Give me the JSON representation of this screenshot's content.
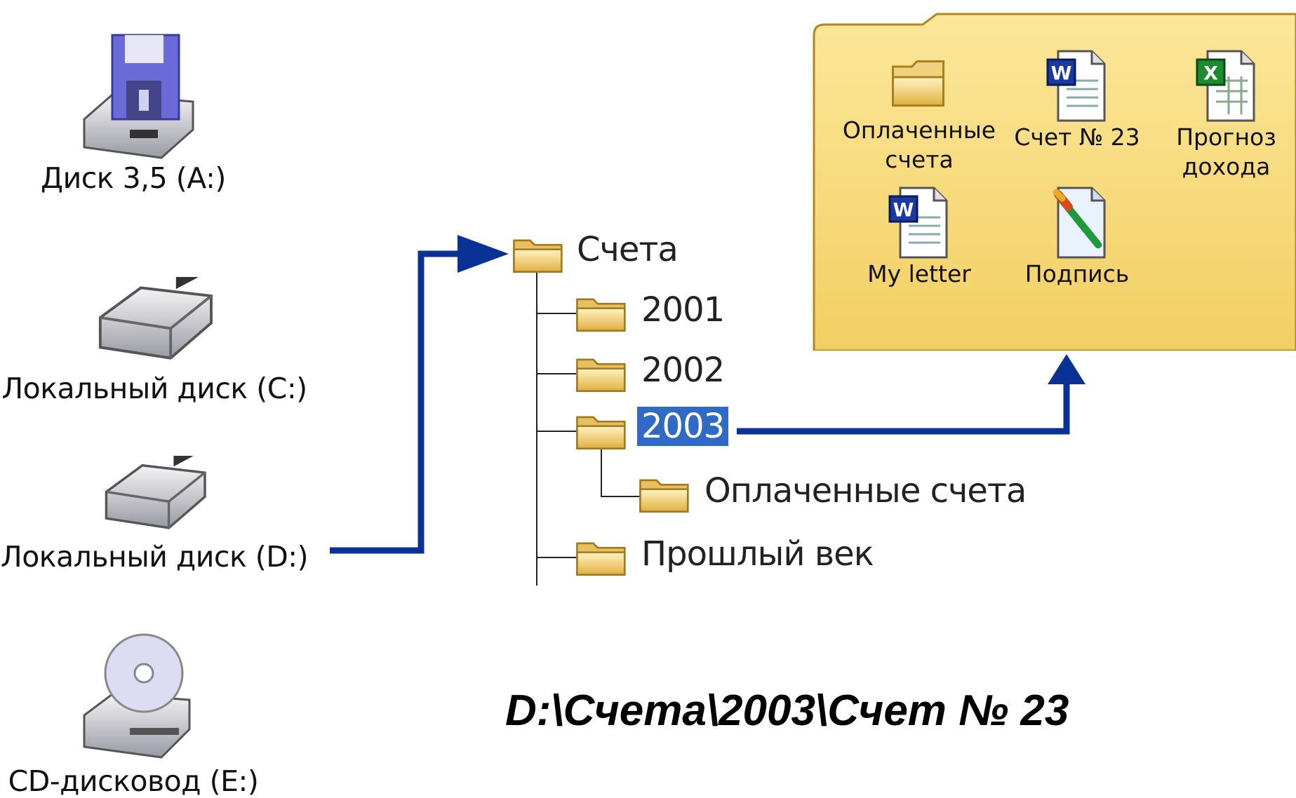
{
  "drives": [
    {
      "label": "Диск 3,5 (A:)",
      "icon": "floppy-drive-icon"
    },
    {
      "label": "Локальный диск (C:)",
      "icon": "hard-drive-icon"
    },
    {
      "label": "Локальный диск (D:)",
      "icon": "hard-drive-icon"
    },
    {
      "label": "CD-дисковод (E:)",
      "icon": "cd-drive-icon"
    }
  ],
  "tree": {
    "root": "Счета",
    "children": [
      "2001",
      "2002",
      "2003",
      "Оплаченные счета",
      "Прошлый век"
    ],
    "selected": "2003"
  },
  "folder_window": {
    "items": [
      {
        "label_line1": "Оплаченные",
        "label_line2": "счета",
        "icon": "folder-icon"
      },
      {
        "label_line1": "Счет № 23",
        "label_line2": "",
        "icon": "word-document-icon"
      },
      {
        "label_line1": "Прогноз",
        "label_line2": "дохода",
        "icon": "excel-document-icon"
      },
      {
        "label_line1": "My letter",
        "label_line2": "",
        "icon": "word-document-icon"
      },
      {
        "label_line1": "Подпись",
        "label_line2": "",
        "icon": "paint-image-icon"
      }
    ]
  },
  "path_text": "D:\\Счета\\2003\\Счет № 23",
  "colors": {
    "arrow": "#0a3296",
    "folder_window": "#f7d774",
    "selection": "#316ac5"
  }
}
